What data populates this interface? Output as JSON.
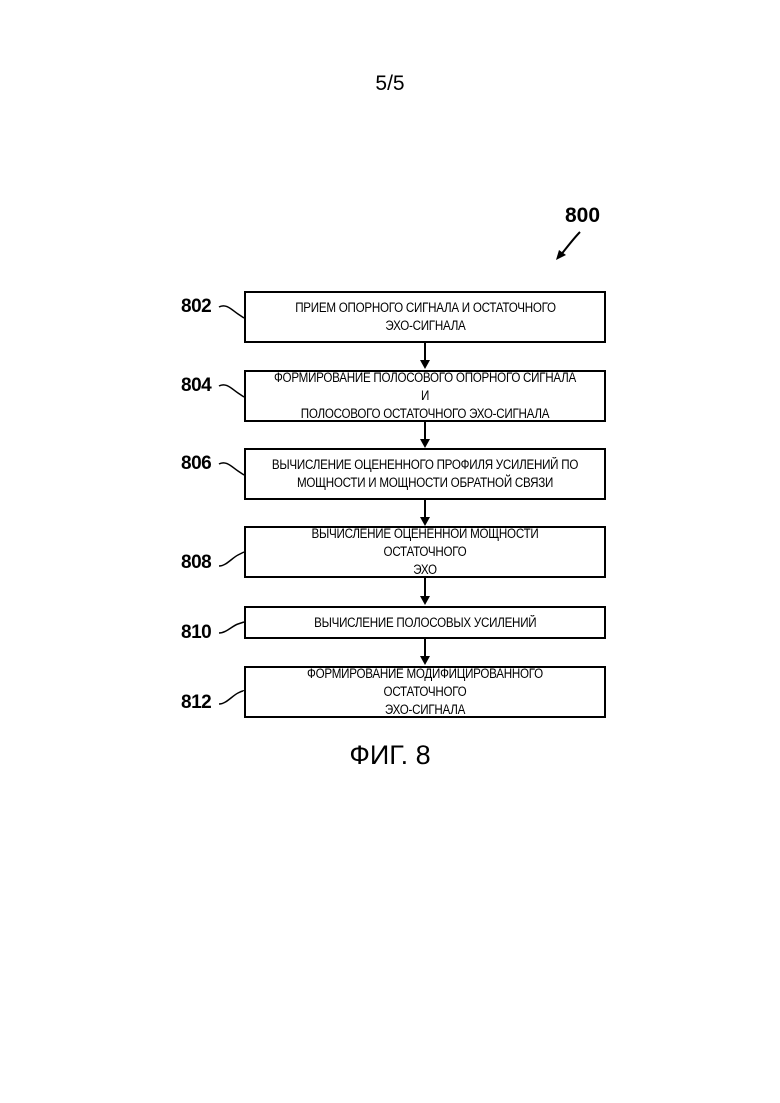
{
  "page_number": "5/5",
  "figure_ref": "800",
  "caption": "ФИГ. 8",
  "steps": [
    {
      "num": "802",
      "text": "ПРИЕМ ОПОРНОГО СИГНАЛА И ОСТАТОЧНОГО\nЭХО-СИГНАЛА"
    },
    {
      "num": "804",
      "text": "ФОРМИРОВАНИЕ ПОЛОСОВОГО ОПОРНОГО СИГНАЛА И\nПОЛОСОВОГО ОСТАТОЧНОГО ЭХО-СИГНАЛА"
    },
    {
      "num": "806",
      "text": "ВЫЧИСЛЕНИЕ ОЦЕНЕННОГО ПРОФИЛЯ УСИЛЕНИЙ ПО\nМОЩНОСТИ И МОЩНОСТИ ОБРАТНОЙ СВЯЗИ"
    },
    {
      "num": "808",
      "text": "ВЫЧИСЛЕНИЕ ОЦЕНЕННОЙ МОЩНОСТИ ОСТАТОЧНОГО\nЭХО"
    },
    {
      "num": "810",
      "text": "ВЫЧИСЛЕНИЕ ПОЛОСОВЫХ УСИЛЕНИЙ"
    },
    {
      "num": "812",
      "text": "ФОРМИРОВАНИЕ МОДИФИЦИРОВАННОГО ОСТАТОЧНОГО\nЭХО-СИГНАЛА"
    }
  ]
}
